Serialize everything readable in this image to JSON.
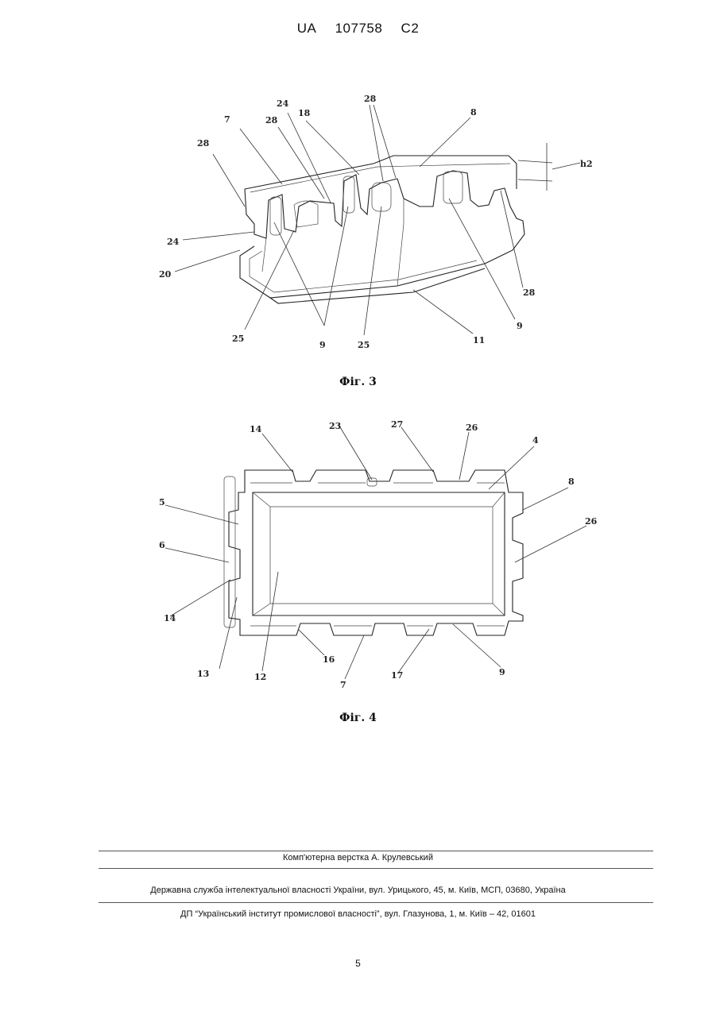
{
  "header": {
    "country": "UA",
    "number": "107758",
    "kind": "C2"
  },
  "figure3": {
    "caption": "Фіг. 3",
    "labels": [
      "28",
      "7",
      "28",
      "24",
      "18",
      "28",
      "8",
      "h2",
      "24",
      "20",
      "25",
      "9",
      "25",
      "11",
      "9",
      "28"
    ]
  },
  "figure4": {
    "caption": "Фіг. 4",
    "labels": [
      "14",
      "23",
      "27",
      "26",
      "4",
      "5",
      "8",
      "26",
      "6",
      "14",
      "13",
      "12",
      "16",
      "7",
      "17",
      "9"
    ]
  },
  "footer": {
    "layout_credit": "Комп'ютерна верстка А. Крулевський",
    "office": "Державна служба інтелектуальної власності України, вул. Урицького, 45, м. Київ, МСП, 03680, Україна",
    "institute": "ДП “Український інститут промислової власності”, вул. Глазунова, 1, м. Київ – 42, 01601"
  },
  "page_number": "5"
}
